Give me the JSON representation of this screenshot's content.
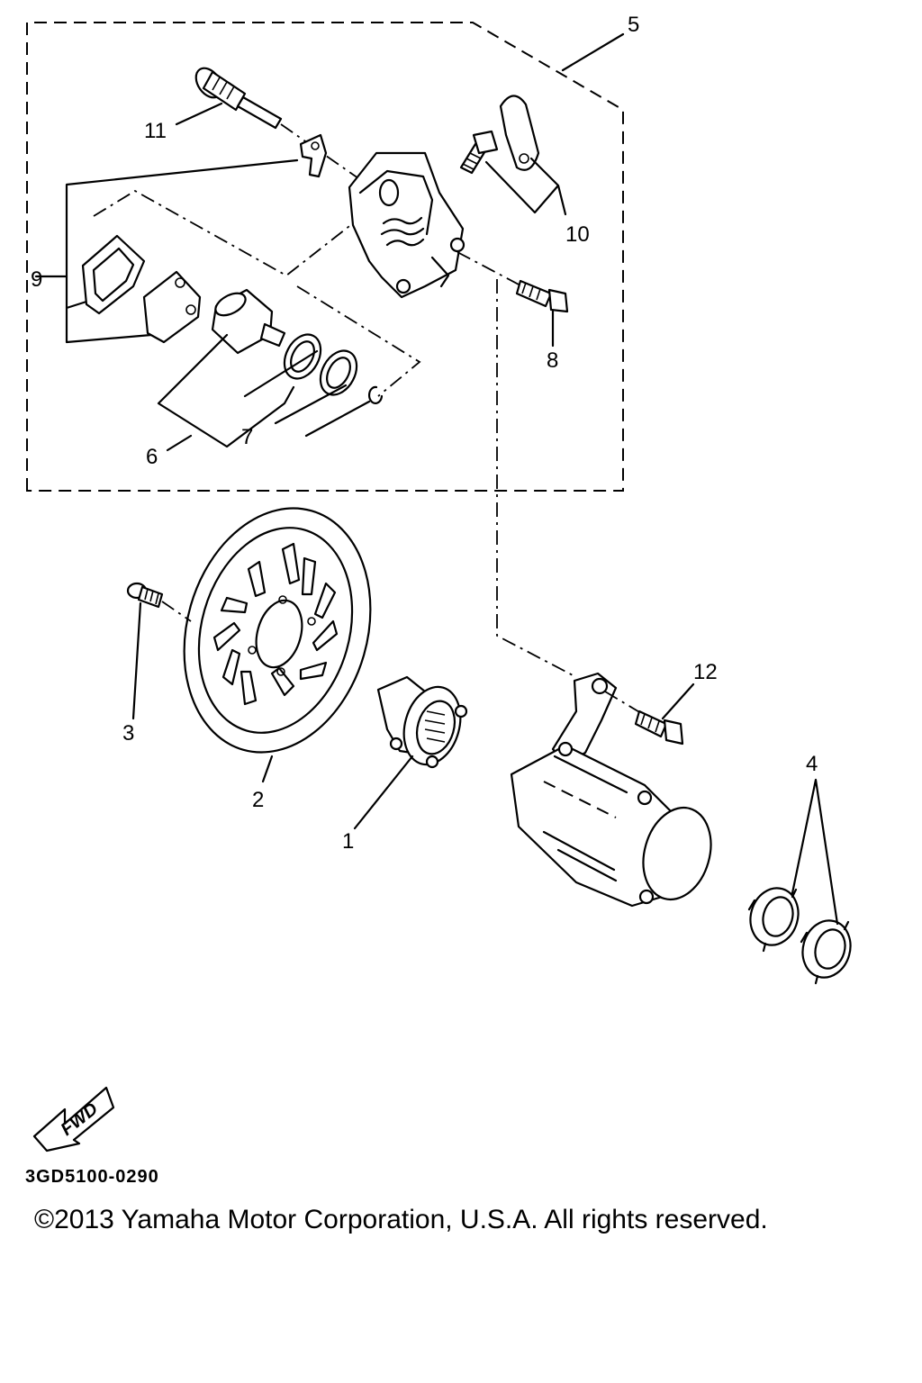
{
  "callouts": {
    "c1": "1",
    "c2": "2",
    "c3": "3",
    "c4": "4",
    "c5": "5",
    "c6": "6",
    "c7": "7",
    "c8": "8",
    "c9": "9",
    "c10": "10",
    "c11": "11",
    "c12": "12"
  },
  "fwd_arrow": {
    "label": "FWD"
  },
  "part_code": "3GD5100-0290",
  "copyright": "©2013 Yamaha Motor Corporation, U.S.A. All rights reserved."
}
